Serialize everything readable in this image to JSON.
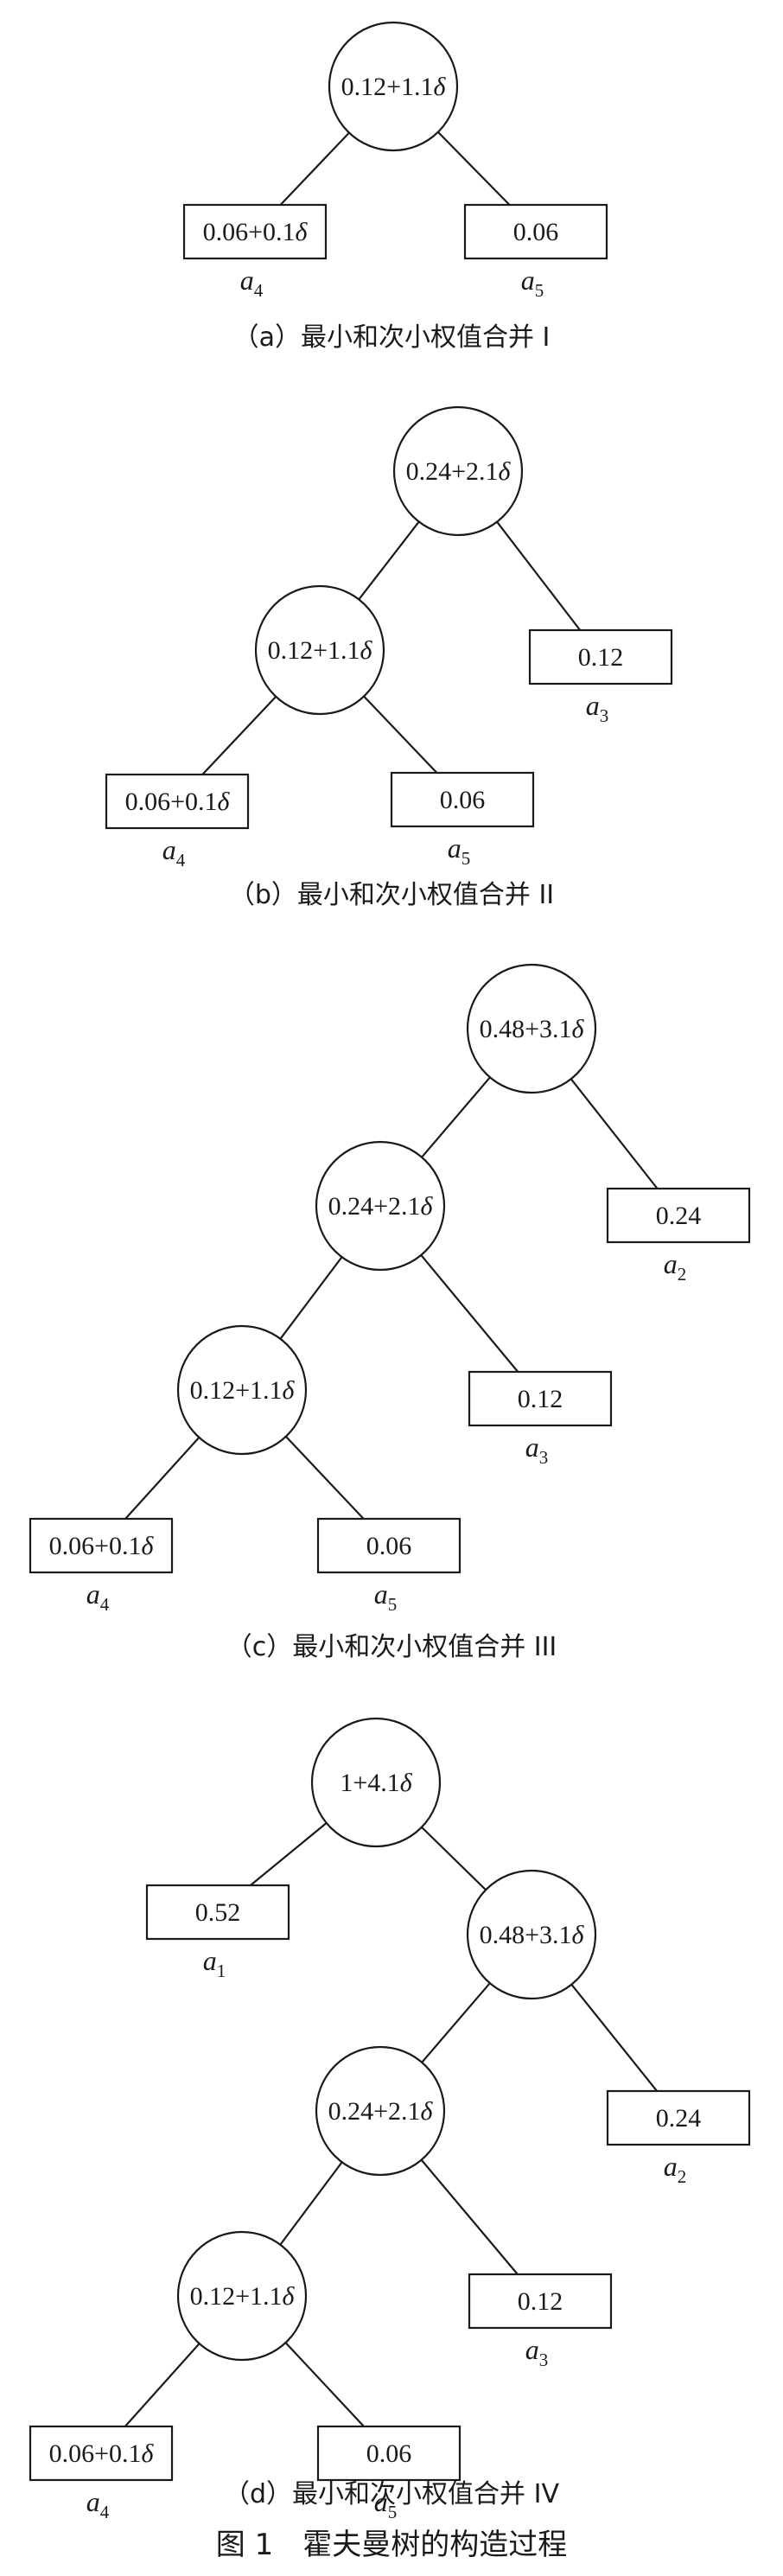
{
  "panels": [
    {
      "caption": "（a）最小和次小权值合并 I",
      "internal_nodes": [
        {
          "value": "0.12+1.1",
          "symbol": "δ"
        }
      ],
      "leaves": [
        {
          "value": "0.06+0.1",
          "symbol": "δ",
          "label": "a",
          "subscript": "4"
        },
        {
          "value": "0.06",
          "symbol": "",
          "label": "a",
          "subscript": "5"
        }
      ]
    },
    {
      "caption": "（b）最小和次小权值合并 II",
      "internal_nodes": [
        {
          "value": "0.24+2.1",
          "symbol": "δ"
        },
        {
          "value": "0.12+1.1",
          "symbol": "δ"
        }
      ],
      "leaves": [
        {
          "value": "0.12",
          "symbol": "",
          "label": "a",
          "subscript": "3"
        },
        {
          "value": "0.06+0.1",
          "symbol": "δ",
          "label": "a",
          "subscript": "4"
        },
        {
          "value": "0.06",
          "symbol": "",
          "label": "a",
          "subscript": "5"
        }
      ]
    },
    {
      "caption": "（c）最小和次小权值合并 III",
      "internal_nodes": [
        {
          "value": "0.48+3.1",
          "symbol": "δ"
        },
        {
          "value": "0.24+2.1",
          "symbol": "δ"
        },
        {
          "value": "0.12+1.1",
          "symbol": "δ"
        }
      ],
      "leaves": [
        {
          "value": "0.24",
          "symbol": "",
          "label": "a",
          "subscript": "2"
        },
        {
          "value": "0.12",
          "symbol": "",
          "label": "a",
          "subscript": "3"
        },
        {
          "value": "0.06+0.1",
          "symbol": "δ",
          "label": "a",
          "subscript": "4"
        },
        {
          "value": "0.06",
          "symbol": "",
          "label": "a",
          "subscript": "5"
        }
      ]
    },
    {
      "caption": "（d）最小和次小权值合并 IV",
      "internal_nodes": [
        {
          "value": "1+4.1",
          "symbol": "δ"
        },
        {
          "value": "0.48+3.1",
          "symbol": "δ"
        },
        {
          "value": "0.24+2.1",
          "symbol": "δ"
        },
        {
          "value": "0.12+1.1",
          "symbol": "δ"
        }
      ],
      "leaves": [
        {
          "value": "0.52",
          "symbol": "",
          "label": "a",
          "subscript": "1"
        },
        {
          "value": "0.24",
          "symbol": "",
          "label": "a",
          "subscript": "2"
        },
        {
          "value": "0.12",
          "symbol": "",
          "label": "a",
          "subscript": "3"
        },
        {
          "value": "0.06+0.1",
          "symbol": "δ",
          "label": "a",
          "subscript": "4"
        },
        {
          "value": "0.06",
          "symbol": "",
          "label": "a",
          "subscript": "5"
        }
      ]
    }
  ],
  "figure_title": "图 1　霍夫曼树的构造过程"
}
